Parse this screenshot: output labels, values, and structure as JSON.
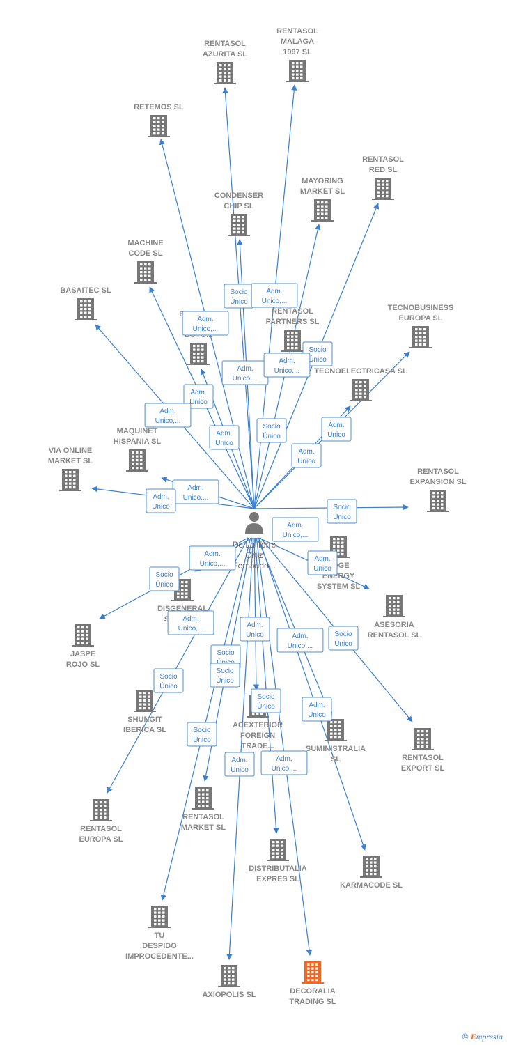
{
  "center": {
    "label_lines": [
      "De La Torre",
      "Ortiz",
      "Fernando..."
    ],
    "icon": "person-icon"
  },
  "colors": {
    "edge": "#3a7fd0",
    "building": "#777777",
    "building_highlight": "#f26522"
  },
  "nodes": [
    {
      "id": "rentasol-malaga",
      "lines": [
        "RENTASOL",
        "MALAGA",
        "1997  SL"
      ]
    },
    {
      "id": "rentasol-azurita",
      "lines": [
        "RENTASOL",
        "AZURITA  SL"
      ]
    },
    {
      "id": "retemos",
      "lines": [
        "RETEMOS  SL"
      ]
    },
    {
      "id": "rentasol-red",
      "lines": [
        "RENTASOL",
        "RED  SL"
      ]
    },
    {
      "id": "mayoring-market",
      "lines": [
        "MAYORING",
        "MARKET  SL"
      ]
    },
    {
      "id": "condenser-chip",
      "lines": [
        "CONDENSER",
        "CHIP SL"
      ]
    },
    {
      "id": "machine-code",
      "lines": [
        "MACHINE",
        "CODE  SL"
      ]
    },
    {
      "id": "basaitec",
      "lines": [
        "BASAITEC  SL"
      ]
    },
    {
      "id": "tecnobusiness-europa",
      "lines": [
        "TECNOBUSINESS",
        "EUROPA SL"
      ]
    },
    {
      "id": "rentasol-partners",
      "lines": [
        "RENTASOL",
        "PARTNERS  SL"
      ]
    },
    {
      "id": "bodegas-boto",
      "lines": [
        "BODEGAS",
        "J.",
        "BOTO..."
      ]
    },
    {
      "id": "tecnoelectricasa",
      "lines": [
        "TECNOELECTRICASA  SL"
      ]
    },
    {
      "id": "maquinet-hispania",
      "lines": [
        "MAQUINET",
        "HISPANIA  SL"
      ]
    },
    {
      "id": "via-online-market",
      "lines": [
        "VIA ONLINE",
        "MARKET SL"
      ]
    },
    {
      "id": "rentasol-expansion",
      "lines": [
        "RENTASOL",
        "EXPANSION  SL"
      ]
    },
    {
      "id": "edge-energy-system",
      "lines": [
        "EDGE",
        "ENERGY",
        "SYSTEM  SL"
      ]
    },
    {
      "id": "asesoria-rentasol",
      "lines": [
        "ASESORIA",
        "RENTASOL SL"
      ]
    },
    {
      "id": "disgeneral-systems",
      "lines": [
        "DISGENERAL",
        "SYSTEMS"
      ]
    },
    {
      "id": "jaspe-rojo",
      "lines": [
        "JASPE",
        "ROJO  SL"
      ]
    },
    {
      "id": "shungit-iberica",
      "lines": [
        "SHUNGIT",
        "IBERICA  SL"
      ]
    },
    {
      "id": "acexterior-foreign-trade",
      "lines": [
        "ACEXTERIOR",
        "FOREIGN",
        "TRADE..."
      ]
    },
    {
      "id": "suministralia",
      "lines": [
        "SUMINISTRALIA",
        "SL"
      ]
    },
    {
      "id": "rentasol-export",
      "lines": [
        "RENTASOL",
        "EXPORT  SL"
      ]
    },
    {
      "id": "rentasol-europa",
      "lines": [
        "RENTASOL",
        "EUROPA  SL"
      ]
    },
    {
      "id": "rentasol-market",
      "lines": [
        "RENTASOL",
        "MARKET  SL"
      ]
    },
    {
      "id": "distributalia-expres",
      "lines": [
        "DISTRIBUTALIA",
        "EXPRES  SL"
      ]
    },
    {
      "id": "karmacode",
      "lines": [
        "KARMACODE SL"
      ]
    },
    {
      "id": "tu-despido-improcedente",
      "lines": [
        "TU",
        "DESPIDO",
        "IMPROCEDENTE..."
      ]
    },
    {
      "id": "axiopolis",
      "lines": [
        "AXIOPOLIS SL"
      ]
    },
    {
      "id": "decoralia-trading",
      "lines": [
        "DECORALIA",
        "TRADING  SL"
      ],
      "highlight": true
    }
  ],
  "badges": [
    {
      "id": "b1",
      "lines": [
        "Socio",
        "Único"
      ]
    },
    {
      "id": "b2",
      "lines": [
        "Adm.",
        "Unico,..."
      ]
    },
    {
      "id": "b3",
      "lines": [
        "Adm.",
        "Unico,..."
      ]
    },
    {
      "id": "b4",
      "lines": [
        "Socio",
        "Único"
      ]
    },
    {
      "id": "b5",
      "lines": [
        "Adm.",
        "Unico,..."
      ]
    },
    {
      "id": "b6",
      "lines": [
        "Adm.",
        "Unico,..."
      ]
    },
    {
      "id": "b7",
      "lines": [
        "Adm.",
        "Unico"
      ]
    },
    {
      "id": "b8",
      "lines": [
        "Adm.",
        "Unico,..."
      ]
    },
    {
      "id": "b9",
      "lines": [
        "Adm.",
        "Unico"
      ]
    },
    {
      "id": "b10",
      "lines": [
        "Socio",
        "Único"
      ]
    },
    {
      "id": "b11",
      "lines": [
        "Adm.",
        "Unico"
      ]
    },
    {
      "id": "b12",
      "lines": [
        "Adm.",
        "Unico"
      ]
    },
    {
      "id": "b13",
      "lines": [
        "Adm.",
        "Unico,..."
      ]
    },
    {
      "id": "b14",
      "lines": [
        "Adm.",
        "Unico"
      ]
    },
    {
      "id": "b15",
      "lines": [
        "Socio",
        "Único"
      ]
    },
    {
      "id": "b16",
      "lines": [
        "Adm.",
        "Unico,..."
      ]
    },
    {
      "id": "b17",
      "lines": [
        "Adm.",
        "Unico"
      ]
    },
    {
      "id": "b18",
      "lines": [
        "Adm.",
        "Unico,..."
      ]
    },
    {
      "id": "b19",
      "lines": [
        "Socio",
        "Único"
      ]
    },
    {
      "id": "b20",
      "lines": [
        "Adm.",
        "Unico,..."
      ]
    },
    {
      "id": "b21",
      "lines": [
        "Adm.",
        "Unico"
      ]
    },
    {
      "id": "b22",
      "lines": [
        "Adm.",
        "Unico,..."
      ]
    },
    {
      "id": "b23",
      "lines": [
        "Socio",
        "Único"
      ]
    },
    {
      "id": "b24",
      "lines": [
        "Socio",
        "Único"
      ]
    },
    {
      "id": "b25",
      "lines": [
        "Socio",
        "Único"
      ]
    },
    {
      "id": "b26",
      "lines": [
        "Socio",
        "Único"
      ]
    },
    {
      "id": "b27",
      "lines": [
        "Socio",
        "Único"
      ]
    },
    {
      "id": "b28",
      "lines": [
        "Adm.",
        "Unico"
      ]
    },
    {
      "id": "b29",
      "lines": [
        "Socio",
        "Único"
      ]
    },
    {
      "id": "b30",
      "lines": [
        "Adm.",
        "Unico"
      ]
    },
    {
      "id": "b31",
      "lines": [
        "Adm.",
        "Unico,..."
      ]
    }
  ],
  "footer": {
    "copyright": "©",
    "brand_initial": "E",
    "brand_rest": "mpresia"
  }
}
